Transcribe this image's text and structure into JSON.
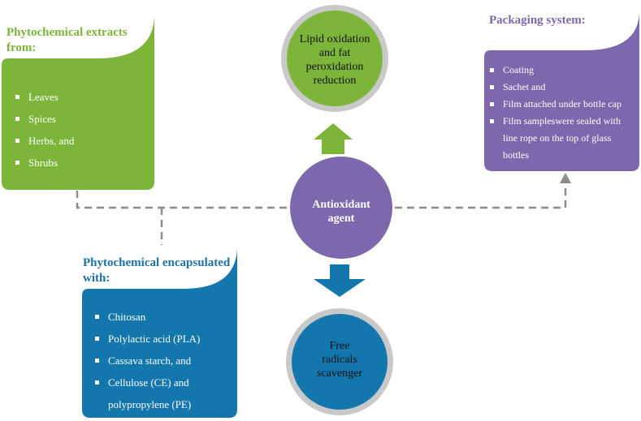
{
  "colors": {
    "green": "#7DB53B",
    "blue": "#1377AE",
    "purple": "#7D68AE",
    "ring": "#C9C9C9",
    "connector": "#8C8C8C"
  },
  "phytochemical_extracts": {
    "title_line1": "Phytochemical extracts",
    "title_line2": "from:",
    "items": [
      "Leaves",
      "Spices",
      "Herbs, and",
      "Shrubs"
    ]
  },
  "encapsulated": {
    "title_line1": "Phytochemical encapsulated",
    "title_line2": "with:",
    "items": [
      "Chitosan",
      "Polylactic acid (PLA)",
      "Cassava starch, and",
      "Cellulose (CE) and",
      "polypropylene (PE)"
    ]
  },
  "packaging": {
    "title": "Packaging system:",
    "items": [
      "Coating",
      "Sachet and",
      "Film attached under bottle cap",
      "Film sampleswere sealed with",
      "line rope on the top of glass",
      "bottles"
    ]
  },
  "lipid_circle": {
    "line1": "Lipid oxidation",
    "line2": "and fat",
    "line3": "peroxidation",
    "line4": "reduction"
  },
  "antioxidant": {
    "line1": "Antioxidant",
    "line2": "agent"
  },
  "free_radicals": {
    "line1": "Free",
    "line2": "radicals",
    "line3": "scavenger"
  }
}
